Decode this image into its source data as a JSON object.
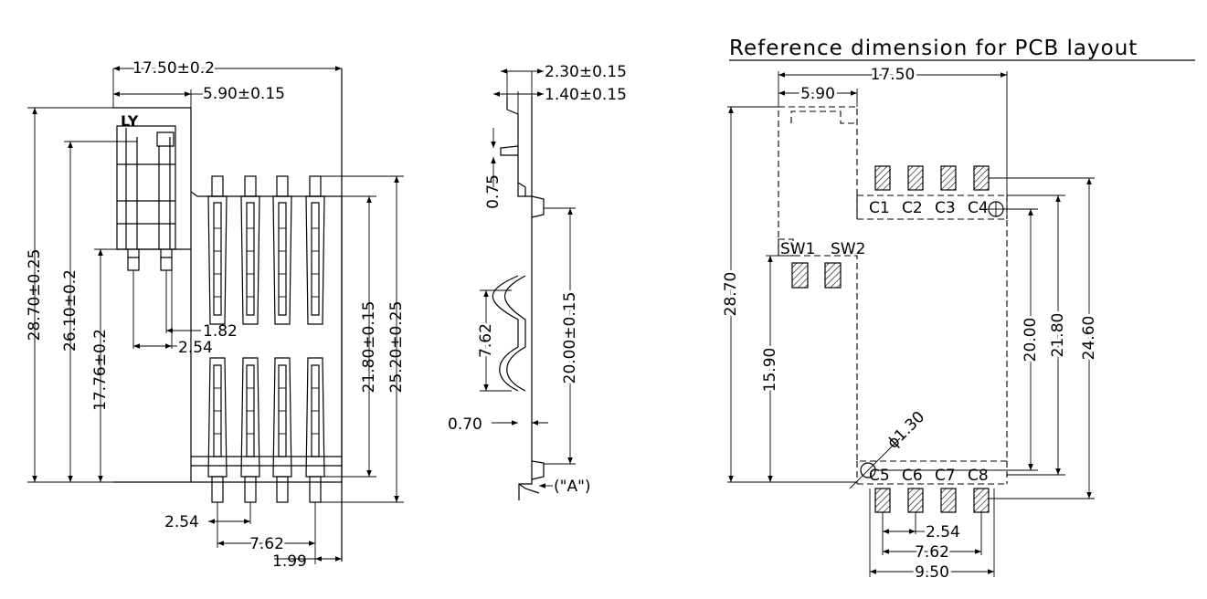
{
  "left_view": {
    "logo": "LY",
    "dims": {
      "total_width": "17.50±0.2",
      "slot_width": "5.90±0.15",
      "total_height": "28.70±0.25",
      "height_26": "26.10±0.2",
      "height_17": "17.76±0.2",
      "pitch_182": "1.82",
      "pitch_254_sw": "2.54",
      "inner_height": "21.80±0.15",
      "outer_height": "25.20±0.25",
      "pitch_254": "2.54",
      "span_762": "7.62",
      "edge_199": "1.99"
    }
  },
  "side_view": {
    "dims": {
      "thickness": "2.30±0.15",
      "body": "1.40±0.15",
      "gap_075": "0.75",
      "span_762": "7.62",
      "span_20": "20.00±0.15",
      "lead_070": "0.70"
    },
    "note": "(\"A\")"
  },
  "pcb_view": {
    "title": "Reference dimension for PCB layout",
    "dims": {
      "width": "17.50",
      "slot": "5.90",
      "height": "28.70",
      "sw_height": "15.90",
      "h20": "20.00",
      "h21": "21.80",
      "h24": "24.60",
      "hole": "ϕ1.30",
      "pitch": "2.54",
      "span_762": "7.62",
      "span_950": "9.50"
    },
    "pads_top": [
      "C1",
      "C2",
      "C3",
      "C4"
    ],
    "pads_bottom": [
      "C5",
      "C6",
      "C7",
      "C8"
    ],
    "switches": [
      "SW1",
      "SW2"
    ]
  }
}
